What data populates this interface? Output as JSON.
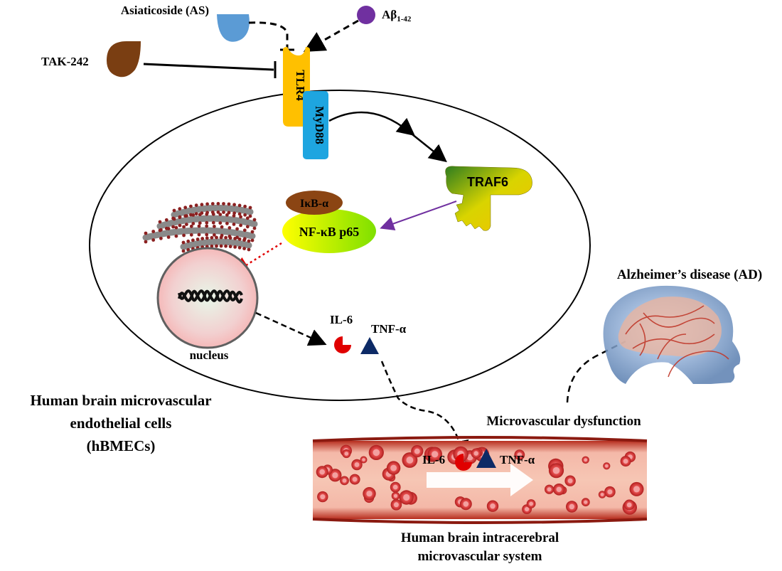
{
  "ligands": {
    "asiaticoside": "Asiaticoside (AS)",
    "abeta_main": "Aβ",
    "abeta_sub": "1-42",
    "tak242": "TAK-242"
  },
  "receptors": {
    "tlr4": "TLR4",
    "myd88": "MyD88"
  },
  "signaling": {
    "traf6": "TRAF6",
    "ikb": "IκB-α",
    "nfkb": "NF-κB p65",
    "nucleus": "nucleus"
  },
  "cytokines": {
    "il6": "IL-6",
    "tnfa": "TNF-α"
  },
  "cell": {
    "line1": "Human brain microvascular",
    "line2": "endothelial cells",
    "line3": "(hBMECs)"
  },
  "disease": {
    "title": "Alzheimer’s disease (AD)",
    "dysfunction": "Microvascular dysfunction"
  },
  "vessel": {
    "il6": "IL-6",
    "tnfa": "TNF-α",
    "line1": "Human brain intracerebral",
    "line2": "microvascular system"
  },
  "colors": {
    "asiaticoside": "#5b9bd5",
    "abeta": "#7030a0",
    "tak242": "#7a3e12",
    "tlr4": "#ffc000",
    "myd88": "#1ea5e0",
    "traf6_a": "#2e8b2e",
    "traf6_b": "#e6d800",
    "nfkb_a": "#ffff00",
    "nfkb_b": "#7cfc00",
    "il6": "#e00000",
    "tnfa": "#0d2a66",
    "vessel": "#c0392b"
  }
}
